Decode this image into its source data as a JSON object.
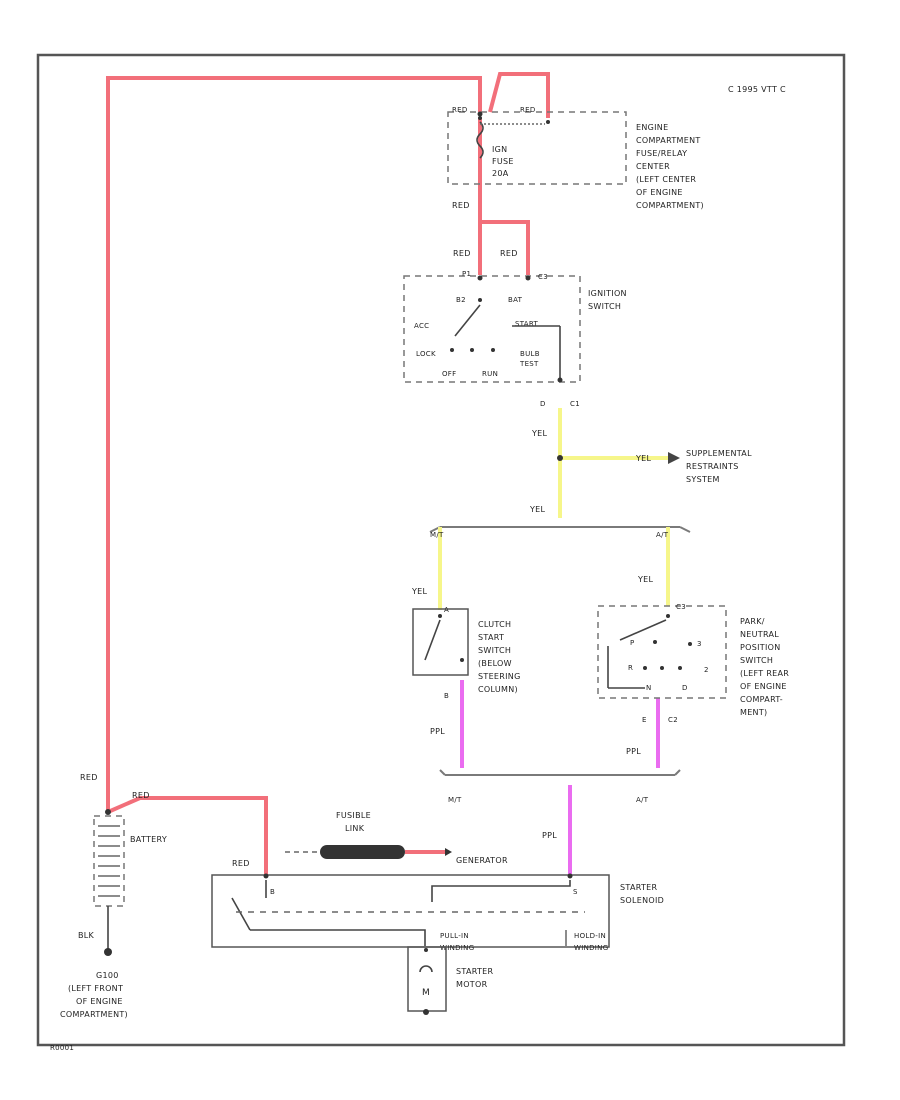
{
  "diagram": {
    "id_code": "C 1995 VTT C",
    "figure_number": "R0001",
    "colors": {
      "red": "#f26f7a",
      "yellow": "#f6f68a",
      "purple": "#ea6cf0",
      "gray": "#7a7a7a"
    },
    "wire_labels": {
      "red_battery_top": "RED",
      "red_fuse_in_1": "RED",
      "red_fuse_in_2": "RED",
      "red_fuse_out": "RED",
      "red_ign_in_1": "RED",
      "red_ign_in_2": "RED",
      "red_battery_to_solenoid": "RED",
      "red_solenoid_b": "RED",
      "yel_ign_out": "YEL",
      "yel_srs": "YEL",
      "yel_splice_down": "YEL",
      "yel_clutch": "YEL",
      "yel_park": "YEL",
      "ppl_clutch": "PPL",
      "ppl_park": "PPL",
      "ppl_solenoid": "PPL",
      "blk_ground": "BLK"
    },
    "fuse_center": {
      "label": "ENGINE COMPARTMENT FUSE/RELAY CENTER (LEFT CENTER OF ENGINE COMPARTMENT)",
      "label_lines": [
        "ENGINE",
        "COMPARTMENT",
        "FUSE/RELAY",
        "CENTER",
        "(LEFT CENTER",
        "OF ENGINE",
        "COMPARTMENT)"
      ],
      "fuse_lines": [
        "IGN",
        "FUSE",
        "20A"
      ],
      "pin_labels": [
        "RED",
        "RED"
      ]
    },
    "ignition_switch": {
      "label_lines": [
        "IGNITION",
        "SWITCH"
      ],
      "terminals": {
        "top_left": "P1",
        "top_right": "C3",
        "b2": "B2",
        "bat": "BAT",
        "acc": "ACC",
        "start": "START",
        "lock": "LOCK",
        "bulb_test": [
          "BULB",
          "TEST"
        ],
        "off": "OFF",
        "run": "RUN",
        "bottom": "D",
        "connector": "C1"
      }
    },
    "srs_label_lines": [
      "SUPPLEMENTAL",
      "RESTRAINTS",
      "SYSTEM"
    ],
    "branch_labels": {
      "mt_top": "M/T",
      "at_top": "A/T",
      "mt_bottom": "M/T",
      "at_bottom": "A/T"
    },
    "clutch_switch": {
      "label_lines": [
        "CLUTCH",
        "START",
        "SWITCH",
        "(BELOW",
        "STEERING",
        "COLUMN)"
      ],
      "pins": [
        "A",
        "B"
      ]
    },
    "park_neutral_switch": {
      "label_lines": [
        "PARK/",
        "NEUTRAL",
        "POSITION",
        "SWITCH",
        "(LEFT REAR",
        "OF ENGINE",
        "COMPART-",
        "MENT)"
      ],
      "positions": [
        "P",
        "R",
        "N",
        "D",
        "3",
        "2"
      ],
      "connector_top": "C3",
      "connector_bottom": "C2",
      "pin_bottom": "E"
    },
    "battery": {
      "label": "BATTERY"
    },
    "ground": {
      "label_lines": [
        "G100",
        "(LEFT FRONT",
        "OF ENGINE",
        "COMPARTMENT)"
      ]
    },
    "fusible_link": {
      "label_lines": [
        "FUSIBLE",
        "LINK"
      ],
      "to_label": "GENERATOR"
    },
    "starter_solenoid": {
      "label_lines": [
        "STARTER",
        "SOLENOID"
      ],
      "b_terminal": "B",
      "s_terminal": "S",
      "pull_in_lines": [
        "PULL-IN",
        "WINDING"
      ],
      "hold_in_lines": [
        "HOLD-IN",
        "WINDING"
      ]
    },
    "starter_motor": {
      "label_lines": [
        "STARTER",
        "MOTOR"
      ],
      "symbol": "M"
    }
  }
}
